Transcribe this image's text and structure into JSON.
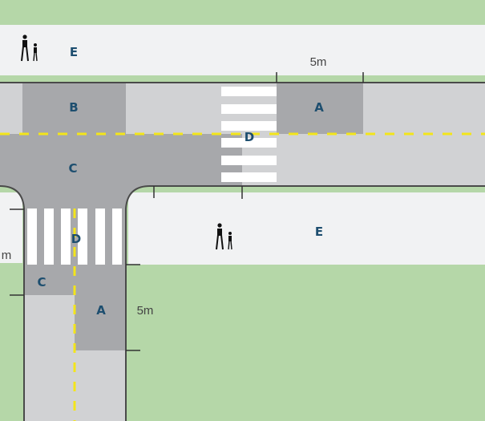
{
  "diagram": {
    "title_hidden": null,
    "zones": {
      "sidewalk_top": "E",
      "sidewalk_right": "E",
      "zone_b": "B",
      "zone_a_top": "A",
      "zone_c_main": "C",
      "zone_c_side": "C",
      "zone_a_side": "A",
      "crossing_top": "D",
      "crossing_side": "D"
    },
    "dimensions": {
      "top": "5m",
      "side": "5m",
      "left_partial": "m"
    },
    "icons": [
      "pedestrian-adult-child-icon",
      "pedestrian-adult-child-icon"
    ],
    "colors": {
      "grass": "#b5d7a8",
      "sidewalk": "#f1f2f3",
      "road": "#d1d2d4",
      "zone": "#a7a8ab",
      "centerline": "#f3e51a",
      "label": "#1d4e6f"
    }
  }
}
